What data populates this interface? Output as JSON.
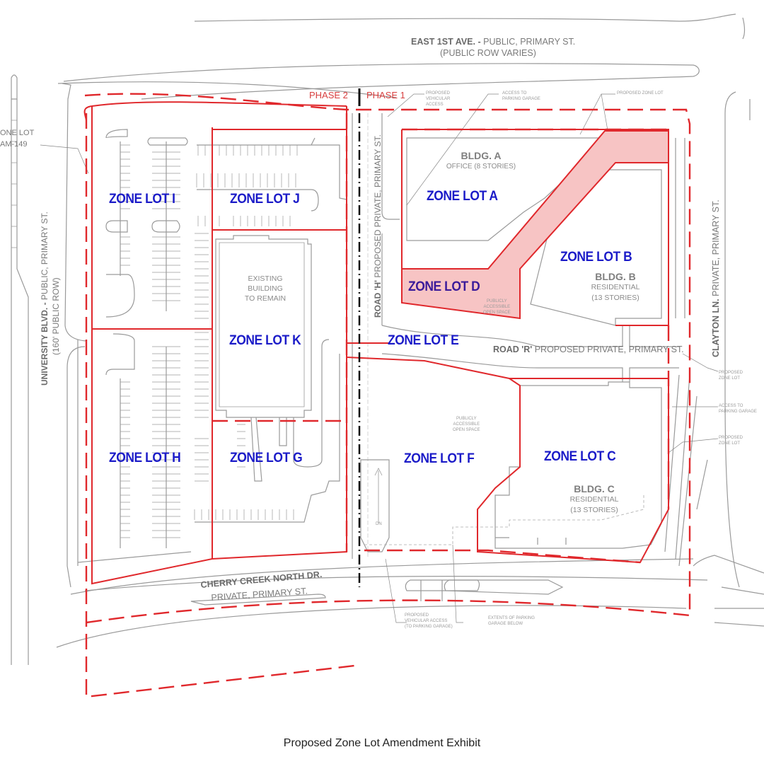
{
  "caption": "Proposed Zone Lot Amendment Exhibit",
  "colors": {
    "zone_boundary": "#e0282c",
    "zone_label": "#1b1bc8",
    "highlight_fill": "#f7c4c4",
    "linework": "#9a9a9a"
  },
  "streets": {
    "east_1st_bold": "EAST 1ST AVE. -",
    "east_1st_rest": " PUBLIC, PRIMARY ST.",
    "east_1st_sub": "(PUBLIC ROW VARIES)",
    "university_bold": "UNIVERSITY BLVD. -",
    "university_rest": " PUBLIC, PRIMARY ST.",
    "university_sub": "(160' PUBLIC ROW)",
    "road_h_bold": "ROAD 'H'",
    "road_h_rest": " PROPOSED PRIVATE,  PRIMARY ST.",
    "road_r_bold": "ROAD 'R'",
    "road_r_rest": " PROPOSED PRIVATE, PRIMARY ST.",
    "clayton_bold": "CLAYTON LN.",
    "clayton_rest": " PRIVATE, PRIMARY ST.",
    "cherry_creek_1": "CHERRY CREEK NORTH DR.",
    "cherry_creek_2": "PRIVATE, PRIMARY ST."
  },
  "phases": {
    "phase2": "PHASE 2",
    "phase1": "PHASE 1"
  },
  "zone_lots": {
    "A": "ZONE LOT  A",
    "B": "ZONE LOT B",
    "C": "ZONE LOT C",
    "D": "ZONE LOT D",
    "E": "ZONE LOT E",
    "F": "ZONE LOT F",
    "G": "ZONE LOT G",
    "H": "ZONE LOT H",
    "I": "ZONE LOT I",
    "J": "ZONE LOT J",
    "K": "ZONE LOT K"
  },
  "buildings": {
    "a_title": "BLDG. A",
    "a_use": "OFFICE (8 STORIES)",
    "b_title": "BLDG. B",
    "b_use": "RESIDENTIAL",
    "b_stories": "(13 STORIES)",
    "c_title": "BLDG. C",
    "c_use": "RESIDENTIAL",
    "c_stories": "(13 STORIES)",
    "existing_1": "EXISTING",
    "existing_2": "BUILDING",
    "existing_3": "TO REMAIN"
  },
  "notes": {
    "zone_lot_am_1": "ONE LOT",
    "zone_lot_am_2": "AM-149",
    "proposed_vehicular_access": [
      "PROPOSED",
      "VEHICULAR",
      "ACCESS"
    ],
    "access_parking_garage": [
      "ACCESS TO",
      "PARKING GARAGE"
    ],
    "proposed_zone_lot": "PROPOSED ZONE LOT",
    "open_space": [
      "PUBLICLY",
      "ACCESSIBLE",
      "OPEN SPACE"
    ],
    "right_proposed_zone_lot": [
      "PROPOSED",
      "ZONE LOT"
    ],
    "right_access_garage": [
      "ACCESS TO",
      "PARKING GARAGE"
    ],
    "veh_access_garage": [
      "PROPOSED",
      "VEHICULAR ACCESS",
      "(TO PARKING GARAGE)"
    ],
    "extents_garage": [
      "EXTENTS OF PARKING",
      "GARAGE BELOW"
    ],
    "ramp_dn": "DN"
  }
}
